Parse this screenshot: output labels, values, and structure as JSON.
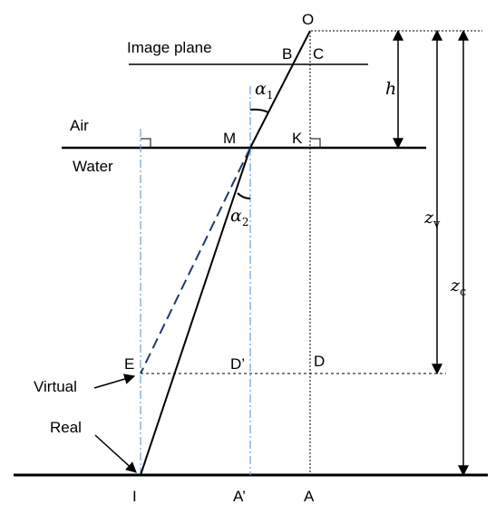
{
  "labels": {
    "O": "O",
    "B": "B",
    "C": "C",
    "M": "M",
    "K": "K",
    "E": "E",
    "D_prime": "D’",
    "D": "D",
    "I": "I",
    "A_prime": "A’",
    "A": "A",
    "image_plane": "Image plane",
    "air": "Air",
    "water": "Water",
    "virtual": "Virtual",
    "real": "Real"
  },
  "math": {
    "alpha": "α",
    "alpha1_sub": "1",
    "alpha2_sub": "2",
    "h": "h",
    "z": "z",
    "zv_sub": "v",
    "zc_sub": "c"
  },
  "colors": {
    "line": "#000000",
    "dash_dot": "#6aa3d5",
    "dashed_navy": "#1f3a6b",
    "background": "#ffffff"
  }
}
